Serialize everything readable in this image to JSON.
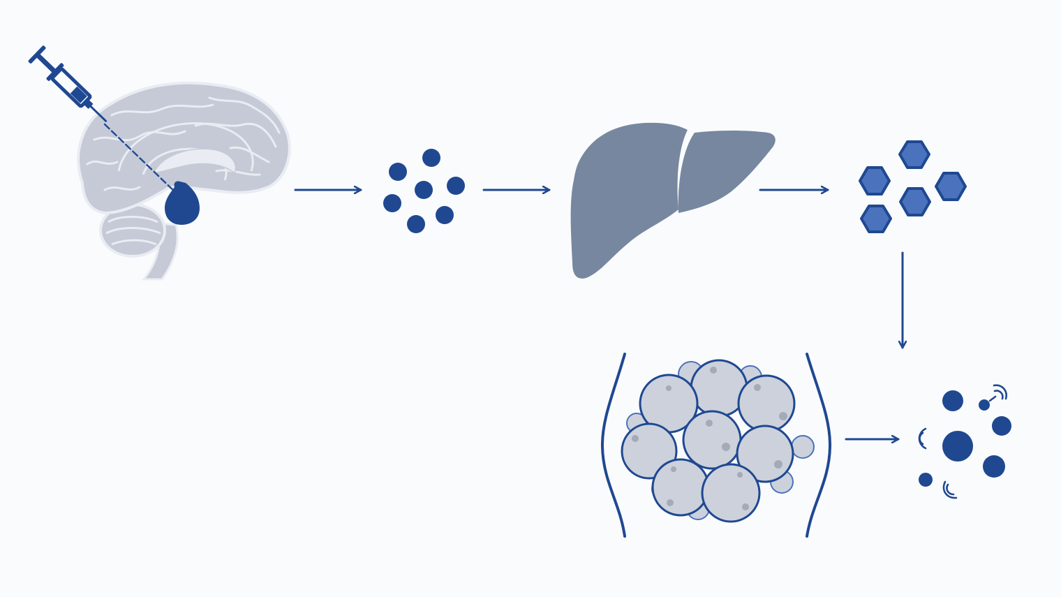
{
  "diagram": {
    "colors": {
      "background": "#fafbfd",
      "accent_blue": "#1f4891",
      "light_blue": "#4a72bd",
      "brain_gray": "#c5cad6",
      "brain_outline": "#e9ecf2",
      "liver_gray": "#77879f",
      "fat_cell_fill": "#ccd1dc",
      "fat_cell_spots": "#a3aab8"
    },
    "stages": [
      {
        "key": "brain",
        "icon": "brain-with-syringe-icon"
      },
      {
        "key": "hormone",
        "icon": "hormone-molecules-icon"
      },
      {
        "key": "liver",
        "icon": "liver-icon"
      },
      {
        "key": "factor",
        "icon": "hexagon-molecules-icon"
      },
      {
        "key": "fat",
        "icon": "fat-tissue-icon"
      },
      {
        "key": "signal",
        "icon": "signaling-molecules-icon"
      }
    ],
    "flow": [
      {
        "from": "brain",
        "to": "hormone"
      },
      {
        "from": "hormone",
        "to": "liver"
      },
      {
        "from": "liver",
        "to": "factor"
      },
      {
        "from": "factor",
        "to": "signal"
      },
      {
        "from": "fat",
        "to": "signal"
      }
    ]
  }
}
